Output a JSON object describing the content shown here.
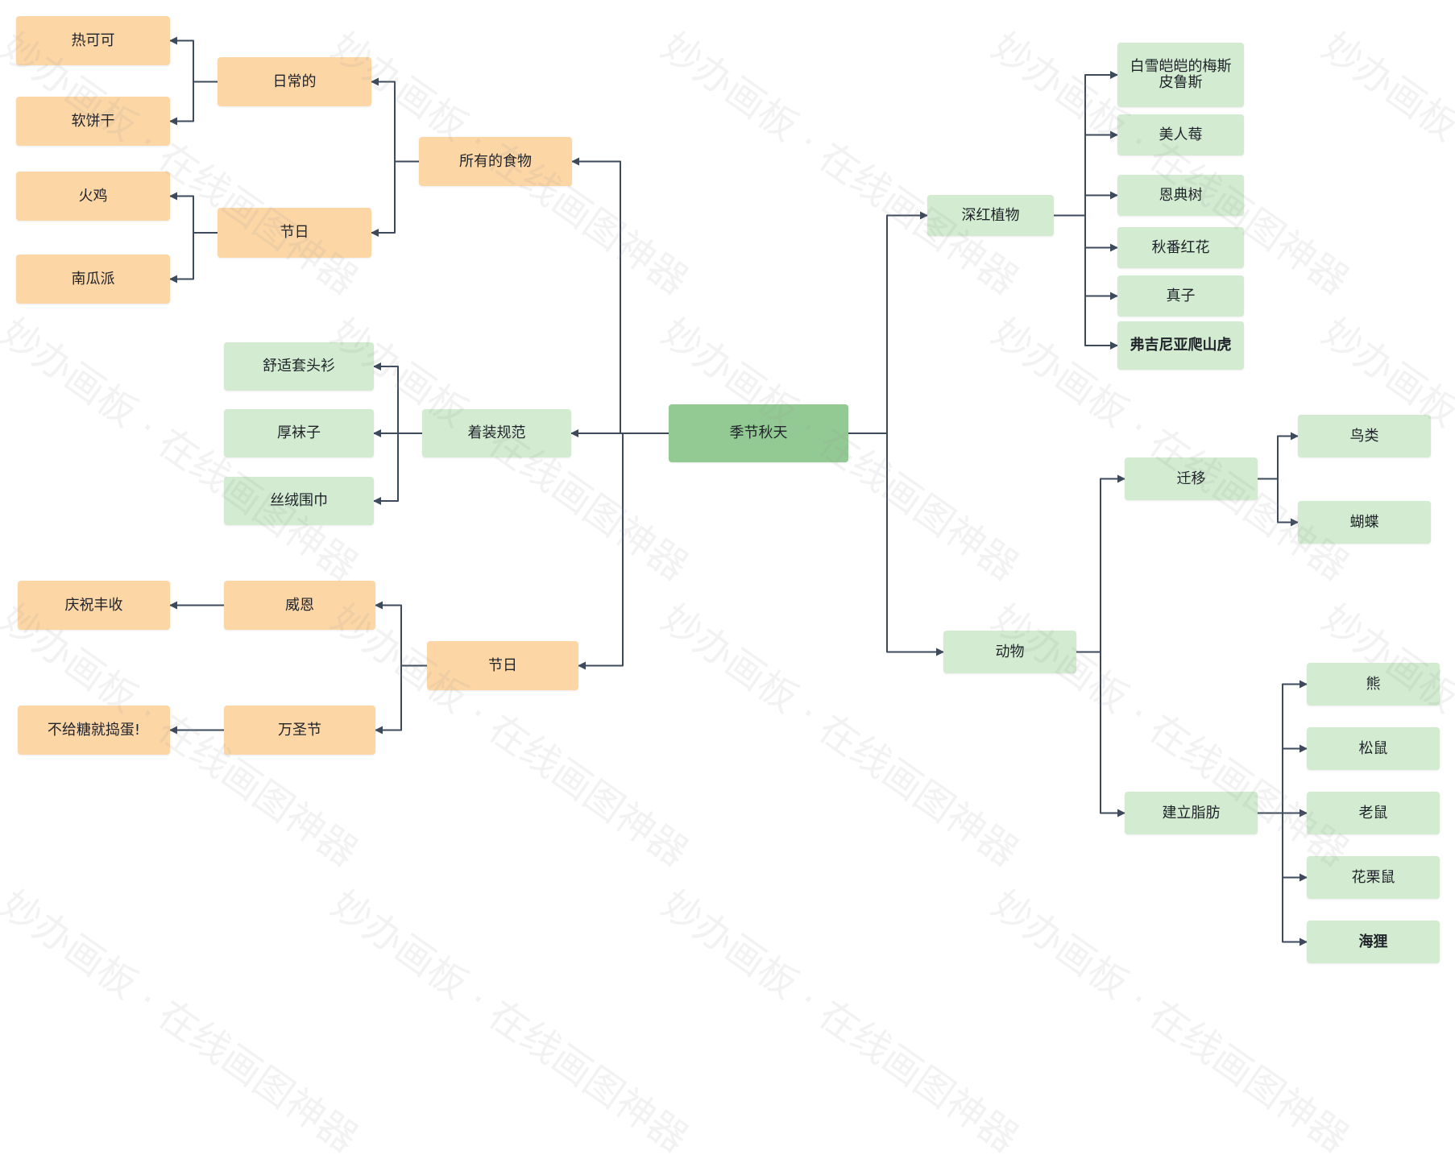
{
  "root": {
    "label": "季节秋天"
  },
  "left": {
    "food": {
      "label": "所有的食物",
      "daily": {
        "label": "日常的",
        "items": [
          "热可可",
          "软饼干"
        ]
      },
      "holiday": {
        "label": "节日",
        "items": [
          "火鸡",
          "南瓜派"
        ]
      }
    },
    "clothing": {
      "label": "着装规范",
      "items": [
        "舒适套头衫",
        "厚袜子",
        "丝绒围巾"
      ]
    },
    "holidays": {
      "label": "节日",
      "thanksgiving": {
        "label": "威恩",
        "child": "庆祝丰收"
      },
      "halloween": {
        "label": "万圣节",
        "child": "不给糖就捣蛋!"
      }
    }
  },
  "right": {
    "plants": {
      "label": "深红植物",
      "items": [
        "白雪皑皑的梅斯皮鲁斯",
        "美人莓",
        "恩典树",
        "秋番红花",
        "真子",
        "弗吉尼亚爬山虎"
      ]
    },
    "animals": {
      "label": "动物",
      "migration": {
        "label": "迁移",
        "items": [
          "鸟类",
          "蝴蝶"
        ]
      },
      "fat": {
        "label": "建立脂肪",
        "items": [
          "熊",
          "松鼠",
          "老鼠",
          "花栗鼠",
          "海狸"
        ]
      }
    }
  },
  "watermark": "妙办画板 · 在线画图神器",
  "colors": {
    "orange": "#fdd6a6",
    "green": "#d2ebd1",
    "root": "#93ca93",
    "edge": "#3d4a5c"
  }
}
